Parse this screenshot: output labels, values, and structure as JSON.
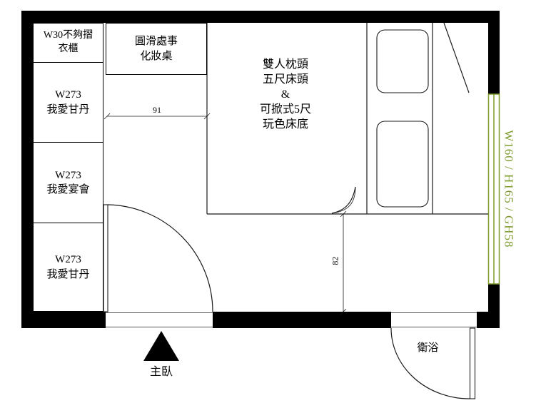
{
  "wardrobes": [
    {
      "line1": "W30不夠摺",
      "line2": "衣櫃"
    },
    {
      "line1": "W273",
      "line2": "我愛甘丹"
    },
    {
      "line1": "W273",
      "line2": "我愛宴會"
    },
    {
      "line1": "W273",
      "line2": "我愛甘丹"
    }
  ],
  "vanity": {
    "line1": "圓滑處事",
    "line2": "化妝桌"
  },
  "bed": {
    "lines": [
      "雙人枕頭",
      "五尺床頭",
      "&",
      "可掀式5尺",
      "玩色床底"
    ]
  },
  "dimensions": {
    "width_91": "91",
    "depth_82": "82"
  },
  "window": {
    "label": "W160 / H165 / GH58"
  },
  "entrance": {
    "label": "主臥"
  },
  "bathroom": {
    "label": "衛浴"
  },
  "colors": {
    "wall": "#000000",
    "line": "#1b1b1b",
    "window_green": "#7d9b2c"
  }
}
